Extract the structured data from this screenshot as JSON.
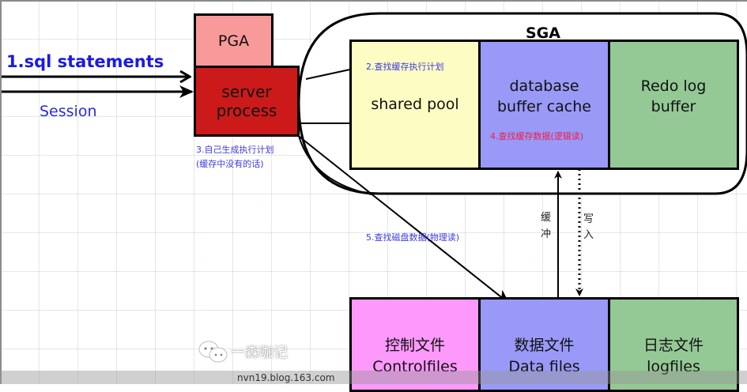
{
  "diagram": {
    "client": {
      "sql_label": "1.sql statements",
      "session_label": "Session"
    },
    "pga": {
      "label": "PGA",
      "color": "#f99a9a"
    },
    "server_process": {
      "line1": "server",
      "line2": "process",
      "color": "#cc1a1a"
    },
    "sga": {
      "title": "SGA",
      "shared_pool": {
        "label": "shared pool",
        "color": "#fdfcc3"
      },
      "buffer_cache": {
        "line1": "database",
        "line2": "buffer cache",
        "color": "#9999f7"
      },
      "redo_buffer": {
        "line1": "Redo log",
        "line2": "buffer",
        "color": "#94c995"
      }
    },
    "steps": {
      "step2": "2.查找缓存执行计划",
      "step3_line1": "3.自己生成执行计划",
      "step3_line2": "(缓存中没有的话)",
      "step4": "4.查找缓存数据(逻辑读)",
      "step5": "5.查找磁盘数据(物理读)"
    },
    "io": {
      "buffer_label_1": "缓",
      "buffer_label_2": "冲",
      "write_label_1": "写",
      "write_label_2": "入"
    },
    "files": {
      "control": {
        "cn": "控制文件",
        "en": "Controlfiles",
        "color": "#fc99fb"
      },
      "data": {
        "cn": "数据文件",
        "en": "Data files",
        "color": "#9999f7"
      },
      "log": {
        "cn": "日志文件",
        "en": "logfiles",
        "color": "#94c995"
      }
    },
    "colors": {
      "blue_text": "#1a1ae6",
      "step_blue": "#3a3ae0",
      "step_red": "#f0204a"
    },
    "watermark": {
      "brand": "一森咖记",
      "site": "nvn19.blog.163.com",
      "icon": "wechat-icon"
    }
  }
}
